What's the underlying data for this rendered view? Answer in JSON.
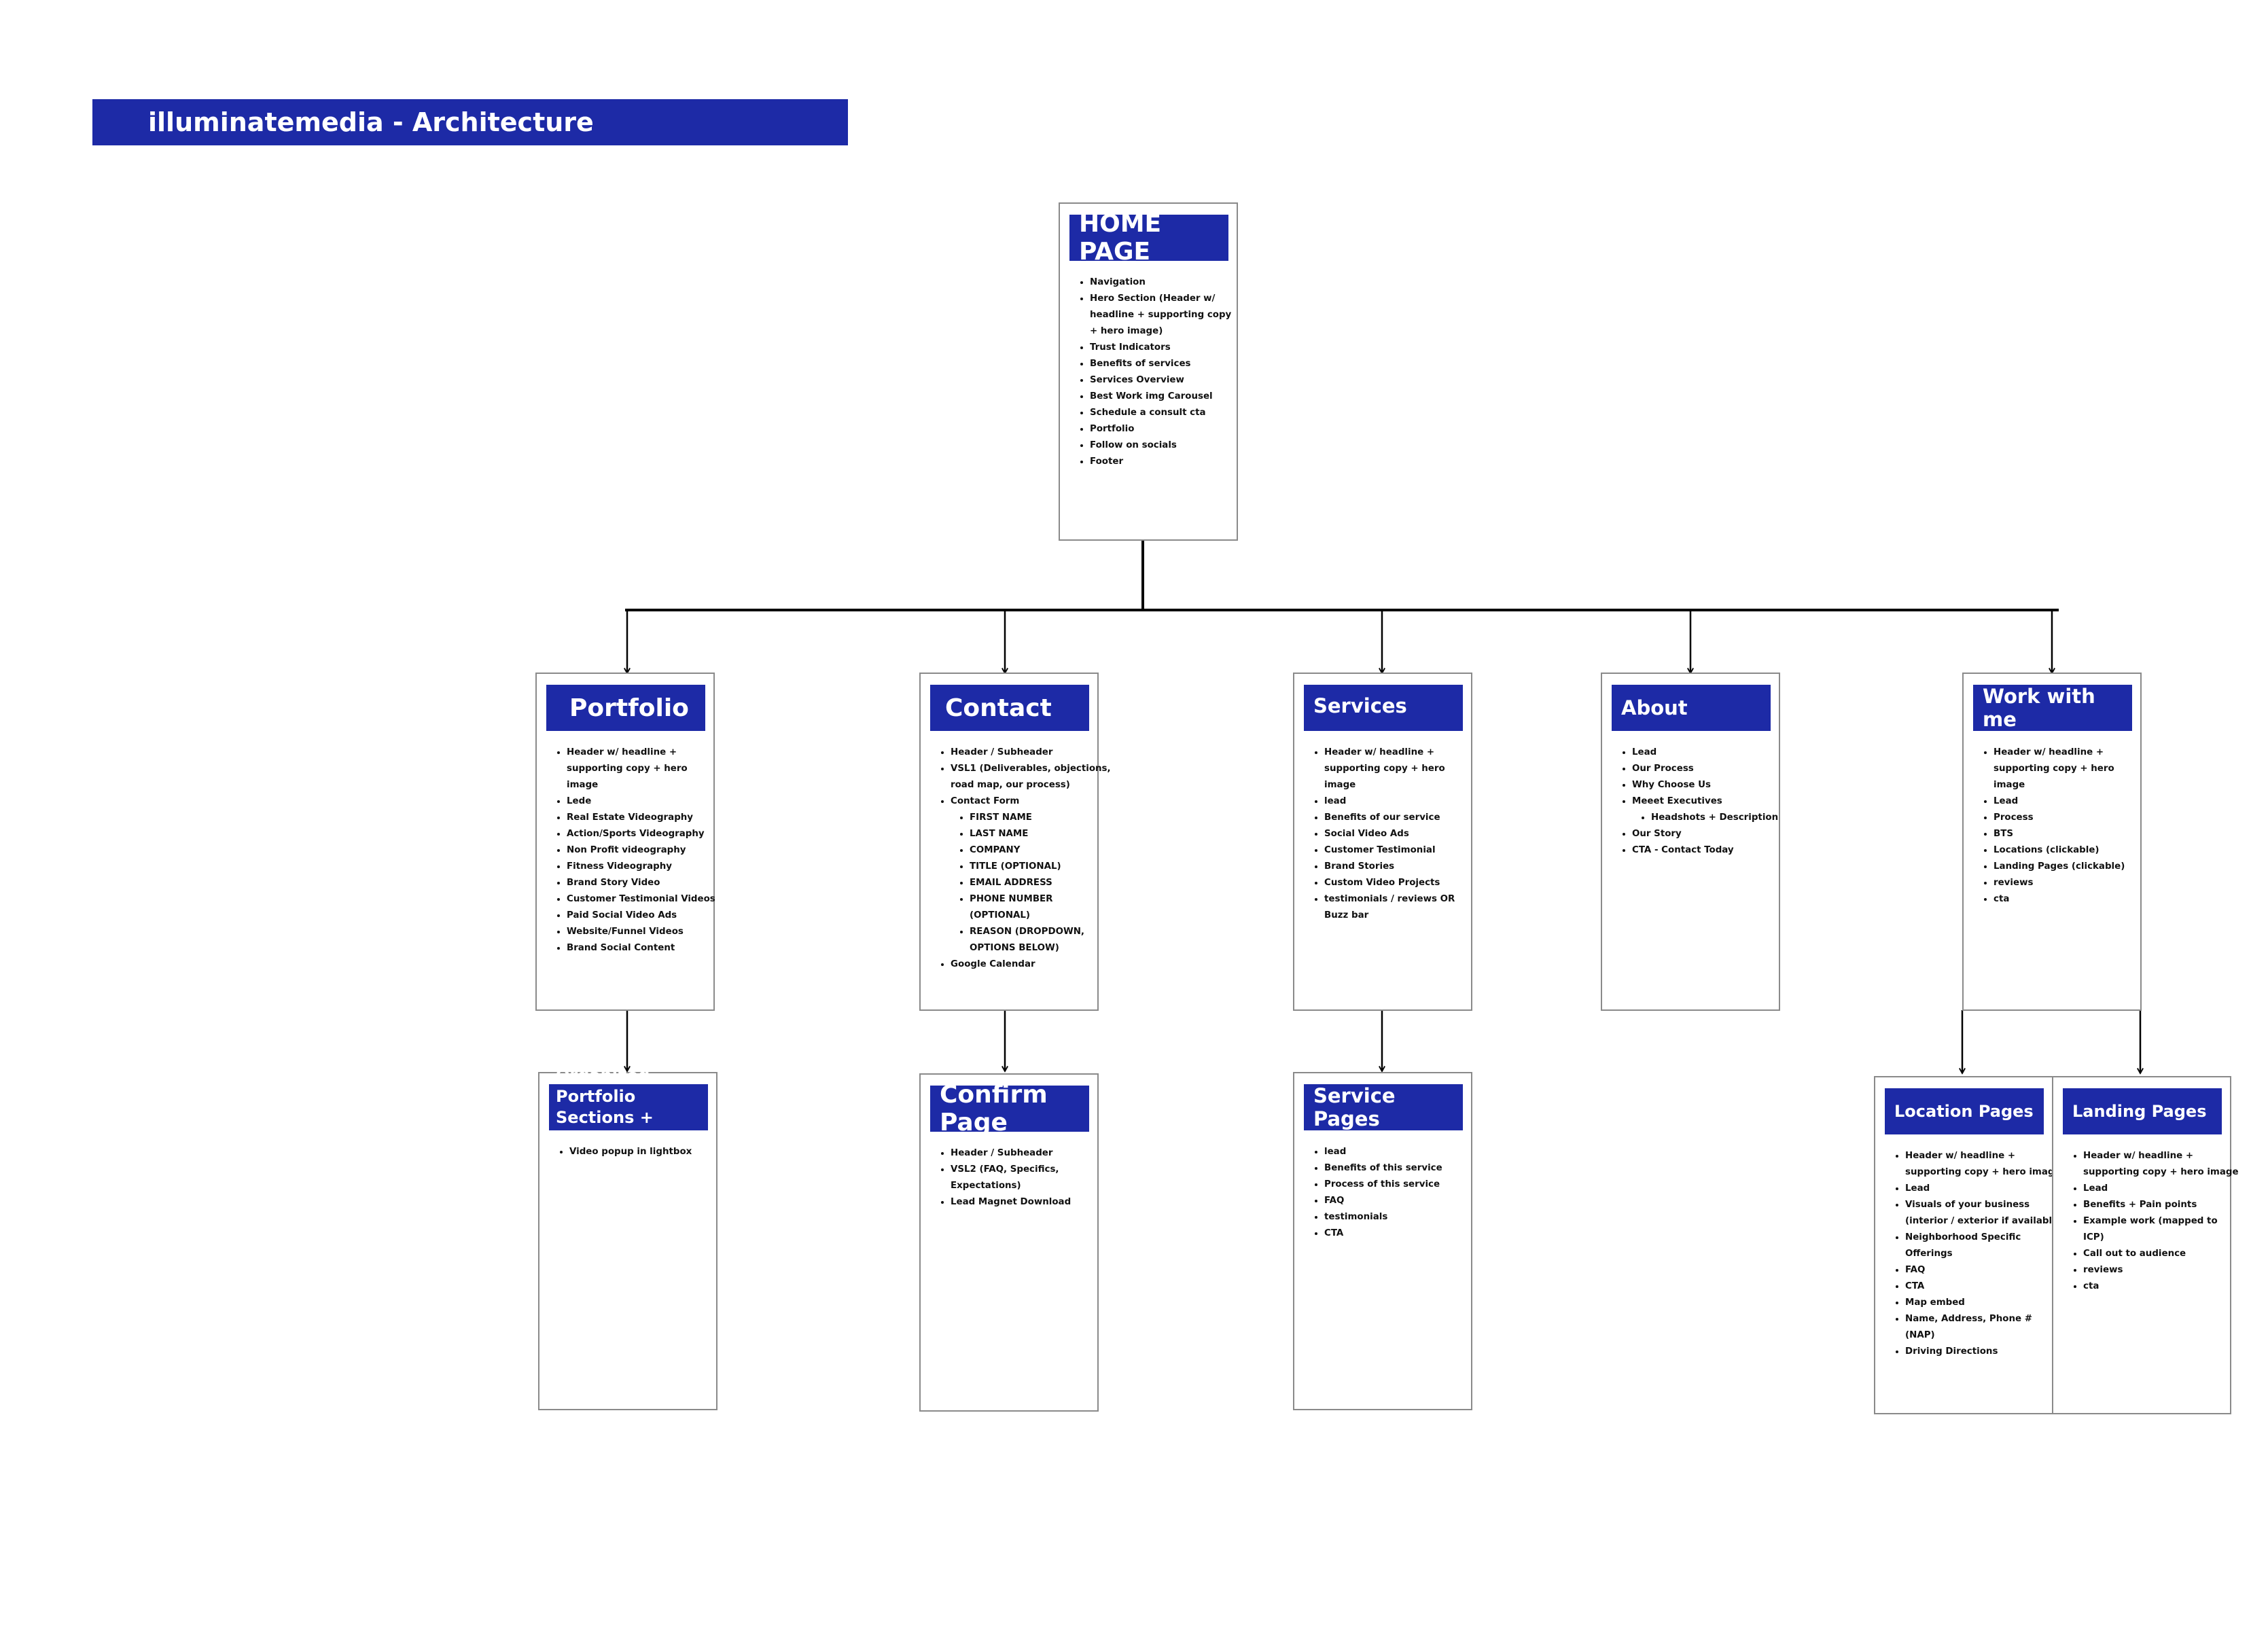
{
  "title": "illuminatemedia - Architecture",
  "colors": {
    "header_bg": "#1d2aa6",
    "header_text": "#ffffff",
    "box_border": "#8a8a8a",
    "connector": "#000000"
  },
  "home": {
    "title": "HOME PAGE",
    "items": [
      "Navigation",
      "Hero Section (Header w/ headline + supporting copy + hero image)",
      "Trust Indicators",
      "Benefits of services",
      "Services Overview",
      "Best Work img Carousel",
      "Schedule a consult cta",
      "Portfolio",
      "Follow on socials",
      "Footer"
    ]
  },
  "portfolio": {
    "title": "Portfolio",
    "items": [
      "Header w/ headline + supporting copy + hero image",
      "Lede",
      "Real Estate Videography",
      "Action/Sports Videography",
      "Non Profit videography",
      "Fitness Videography",
      "Brand Story Video",
      "Customer Testimonial Videos",
      "Paid Social Video Ads",
      "Website/Funnel Videos",
      "Brand Social Content"
    ]
  },
  "contact": {
    "title": "Contact",
    "items": [
      "Header / Subheader",
      "VSL1 (Deliverables, objections, road map, our process)"
    ],
    "form_label": "Contact Form",
    "form_fields": [
      "FIRST NAME",
      "LAST NAME",
      "COMPANY",
      "TITLE (OPTIONAL)",
      "EMAIL ADDRESS",
      "PHONE NUMBER (OPTIONAL)",
      "REASON (DROPDOWN, OPTIONS BELOW)"
    ],
    "after_form": "Google Calendar"
  },
  "services": {
    "title": "Services",
    "items": [
      "Header w/ headline + supporting copy + hero image",
      "lead",
      "Benefits of our service",
      "Social Video Ads",
      "Customer Testimonial",
      "Brand Stories",
      "Custom Video Projects",
      "testimonials / reviews OR Buzz bar"
    ]
  },
  "about": {
    "title": "About",
    "items_before": [
      "Lead",
      "Our Process",
      "Why Choose Us"
    ],
    "exec_label": "Meeet Executives",
    "exec_sub": [
      "Headshots + Description"
    ],
    "items_after": [
      "Our Story",
      "CTA - Contact Today"
    ]
  },
  "work": {
    "title": "Work with me",
    "items": [
      "Header w/ headline + supporting copy + hero image",
      "Lead",
      "Process",
      "BTS",
      "Locations (clickable)",
      "Landing Pages (clickable)",
      "reviews",
      "cta"
    ]
  },
  "organized": {
    "title": "Organized Portfolio Sections + Video Popup",
    "items": [
      "Video popup in lightbox"
    ]
  },
  "confirm": {
    "title": "Confirm Page",
    "items": [
      "Header / Subheader",
      "VSL2 (FAQ, Specifics, Expectations)",
      "Lead Magnet Download"
    ]
  },
  "service_pages": {
    "title": "Service Pages",
    "items": [
      "lead",
      "Benefits of this service",
      "Process of this service",
      "FAQ",
      "testimonials",
      "CTA"
    ]
  },
  "location": {
    "title": "Location Pages",
    "items": [
      "Header w/ headline + supporting copy + hero image",
      "Lead",
      "Visuals of your business (interior / exterior if available)",
      "Neighborhood Specific Offerings",
      "FAQ",
      "CTA",
      "Map embed",
      "Name, Address, Phone # (NAP)",
      "Driving Directions"
    ]
  },
  "landing": {
    "title": "Landing Pages",
    "items": [
      "Header w/ headline + supporting copy + hero image",
      "Lead",
      "Benefits + Pain points",
      "Example work (mapped to ICP)",
      "Call out to audience",
      "reviews",
      "cta"
    ]
  }
}
